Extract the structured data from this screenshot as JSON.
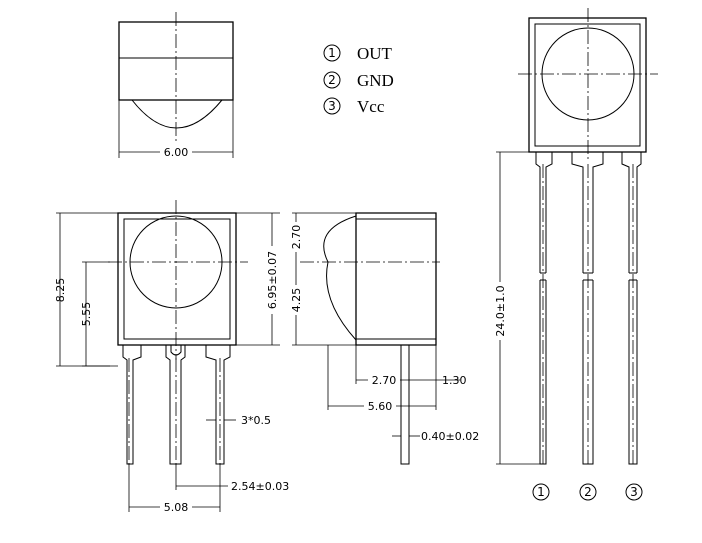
{
  "legend": [
    {
      "number": "1",
      "label": "OUT"
    },
    {
      "number": "2",
      "label": "GND"
    },
    {
      "number": "3",
      "label": "Vcc"
    }
  ],
  "dimensions": {
    "top_width": "6.00",
    "overall_height": "8.25",
    "center_height": "5.55",
    "body_height": "6.95±0.07",
    "dome_top": "2.70",
    "dome_bottom": "4.25",
    "lead_width": "3*0.5",
    "pitch": "2.54±0.03",
    "lead_span": "5.08",
    "body_depth": "2.70",
    "lead_offset": "1.30",
    "total_depth": "5.60",
    "lead_thickness": "0.40±0.02",
    "lead_length": "24.0±1.0"
  },
  "pin_labels": [
    "1",
    "2",
    "3"
  ]
}
